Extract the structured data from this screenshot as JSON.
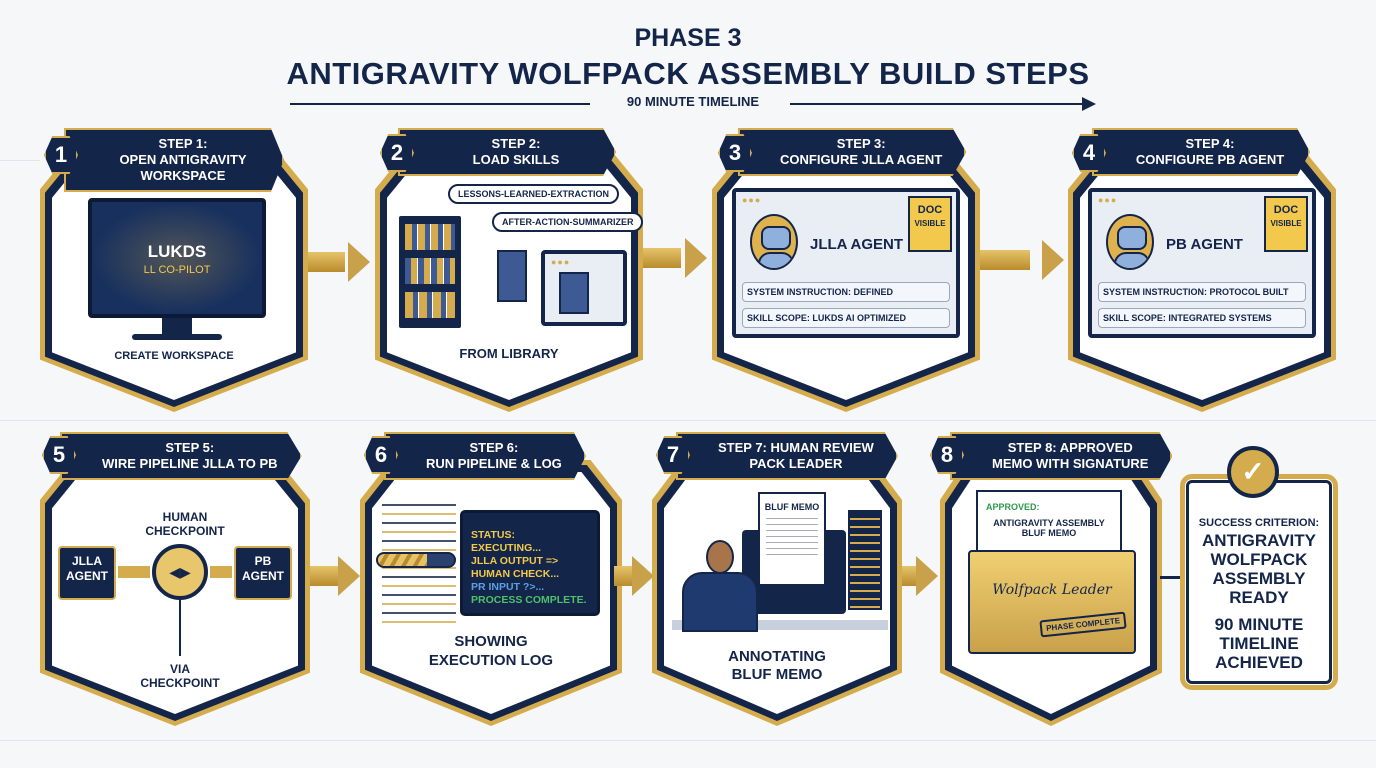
{
  "header": {
    "phase": "PHASE 3",
    "title": "ANTIGRAVITY WOLFPACK ASSEMBLY BUILD STEPS",
    "timeline": "90 MINUTE TIMELINE"
  },
  "colors": {
    "navy": "#14254a",
    "gold": "#d4ac4e",
    "green": "#2e9a4a"
  },
  "steps": [
    {
      "number": "1",
      "title_line1": "STEP 1:",
      "title_line2": "OPEN ANTIGRAVITY",
      "title_line3": "WORKSPACE",
      "screen_title": "LUKDS",
      "screen_subtitle": "LL CO-PILOT",
      "caption": "CREATE WORKSPACE",
      "icon": "monitor-icon"
    },
    {
      "number": "2",
      "title_line1": "STEP 2:",
      "title_line2": "LOAD SKILLS",
      "bubble1": "LESSONS-LEARNED-EXTRACTION",
      "bubble2": "AFTER-ACTION-SUMMARIZER",
      "caption": "FROM LIBRARY",
      "icon": "bookshelf-icon"
    },
    {
      "number": "3",
      "title_line1": "STEP 3:",
      "title_line2": "CONFIGURE JLLA AGENT",
      "agent": "JLLA AGENT",
      "doc_line1": "DOC",
      "doc_line2": "VISIBLE",
      "field1": "SYSTEM INSTRUCTION: DEFINED",
      "field2": "SKILL SCOPE: LUKDS AI OPTIMIZED",
      "icon": "robot-icon"
    },
    {
      "number": "4",
      "title_line1": "STEP 4:",
      "title_line2": "CONFIGURE PB AGENT",
      "agent": "PB AGENT",
      "doc_line1": "DOC",
      "doc_line2": "VISIBLE",
      "field1": "SYSTEM INSTRUCTION: PROTOCOL BUILT",
      "field2": "SKILL SCOPE: INTEGRATED SYSTEMS",
      "icon": "robot-icon"
    },
    {
      "number": "5",
      "title_line1": "STEP 5:",
      "title_line2": "WIRE PIPELINE JLLA TO PB",
      "checkpoint_line1": "HUMAN",
      "checkpoint_line2": "CHECKPOINT",
      "left_box_line1": "JLLA",
      "left_box_line2": "AGENT",
      "right_box_line1": "PB",
      "right_box_line2": "AGENT",
      "caption_line1": "VIA",
      "caption_line2": "CHECKPOINT",
      "icon": "checkpoint-icon"
    },
    {
      "number": "6",
      "title_line1": "STEP 6:",
      "title_line2": "RUN PIPELINE & LOG",
      "log": [
        "STATUS:",
        "EXECUTING...",
        "JLLA OUTPUT =>",
        "HUMAN CHECK...",
        "PR INPUT ?>...",
        "PROCESS COMPLETE."
      ],
      "caption_line1": "SHOWING",
      "caption_line2": "EXECUTION LOG",
      "icon": "terminal-icon"
    },
    {
      "number": "7",
      "title_line1": "STEP 7: HUMAN REVIEW",
      "title_line2": "PACK LEADER",
      "memo": "BLUF MEMO",
      "caption_line1": "ANNOTATING",
      "caption_line2": "BLUF MEMO",
      "icon": "reviewer-icon"
    },
    {
      "number": "8",
      "title_line1": "STEP 8: APPROVED",
      "title_line2": "MEMO WITH SIGNATURE",
      "approved": "APPROVED:",
      "memo_line1": "ANTIGRAVITY ASSEMBLY",
      "memo_line2": "BLUF MEMO",
      "signature": "Wolfpack Leader",
      "stamp": "PHASE COMPLETE",
      "icon": "folder-icon"
    }
  ],
  "success": {
    "label": "SUCCESS CRITERION:",
    "line1": "ANTIGRAVITY",
    "line2": "WOLFPACK",
    "line3": "ASSEMBLY",
    "line4": "READY",
    "line5": "90 MINUTE",
    "line6": "TIMELINE",
    "line7": "ACHIEVED",
    "icon": "checkmark-icon"
  }
}
